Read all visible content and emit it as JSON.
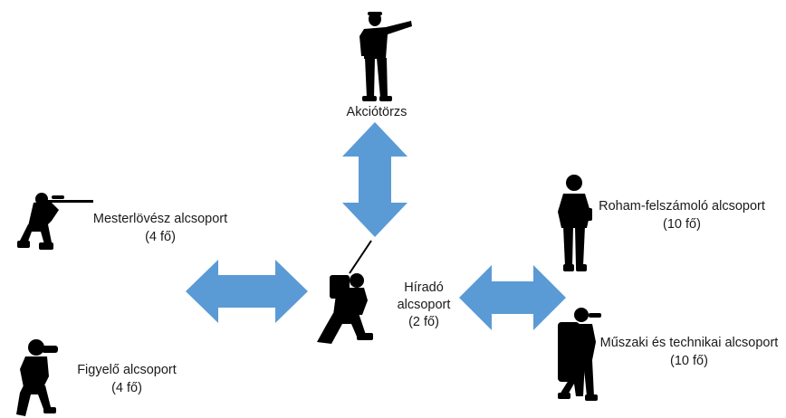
{
  "diagram": {
    "colors": {
      "arrow": "#5b9bd5",
      "silhouette": "#000000",
      "text": "#1a1a1a"
    },
    "nodes": {
      "command": {
        "name": "Akciótörzs",
        "icon": "commander-pointing-silhouette"
      },
      "radio": {
        "name": "Híradó",
        "name2": "alcsoport",
        "count": "(2 fő)",
        "icon": "kneeling-radio-operator-silhouette"
      },
      "sniper": {
        "name": "Mesterlövész alcsoport",
        "count": "(4 fő)",
        "icon": "kneeling-sniper-silhouette"
      },
      "observer": {
        "name": "Figyelő alcsoport",
        "count": "(4 fő)",
        "icon": "kneeling-observer-binoculars-silhouette"
      },
      "assault": {
        "name": "Roham-felszámoló alcsoport",
        "count": "(10 fő)",
        "icon": "assault-soldier-silhouette"
      },
      "technical": {
        "name": "Műszaki és technikai alcsoport",
        "count": "(10 fő)",
        "icon": "shield-soldier-silhouette"
      }
    },
    "arrows": [
      {
        "id": "command-radio",
        "direction": "vertical-double"
      },
      {
        "id": "sniper-radio",
        "direction": "horizontal-double"
      },
      {
        "id": "radio-right-groups",
        "direction": "horizontal-double"
      }
    ]
  }
}
